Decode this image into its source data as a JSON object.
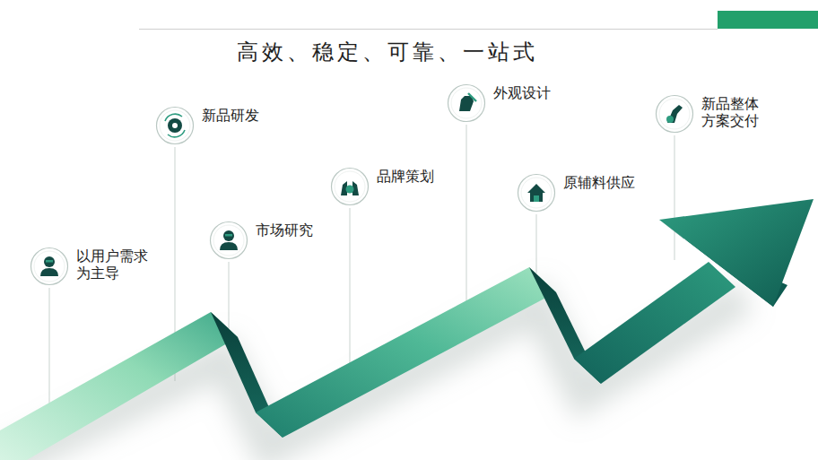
{
  "diagram": {
    "title": "高效、稳定、可靠、一站式",
    "nodes": [
      {
        "text": [
          "以用户需求 为主导"
        ]
      },
      {
        "text": [
          "新品研发"
        ]
      },
      {
        "text": [
          "市场研究"
        ]
      },
      {
        "text": [
          "品牌策划"
        ]
      },
      {
        "text": [
          "外观设计"
        ]
      },
      {
        "text": [
          "原辅料供应"
        ]
      },
      {
        "text": [
          "新品整体 方案交付"
        ]
      }
    ]
  }
}
